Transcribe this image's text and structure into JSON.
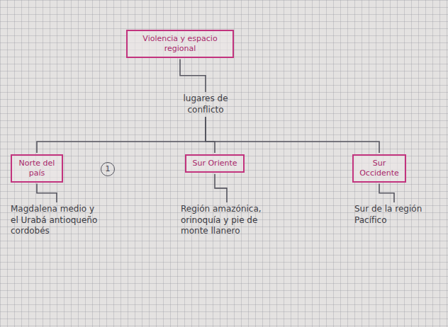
{
  "diagram": {
    "nodes": [
      {
        "text": [
          "Violencia y espacio regional"
        ]
      },
      {
        "text": [
          "lugares de conflicto"
        ]
      },
      {
        "text": [
          "Norte del país"
        ]
      },
      {
        "text": [
          "Sur Oriente"
        ]
      },
      {
        "text": [
          "Sur Occidente"
        ]
      },
      {
        "text": [
          "Magdalena medio y el Urabá antioqueño cordobés"
        ]
      },
      {
        "text": [
          "Región amazónica, orinoquía y pie de monte llanero"
        ]
      },
      {
        "text": [
          "Sur de la región Pacífico"
        ]
      }
    ],
    "edges": [
      {
        "from": 0,
        "to": 1,
        "arrow": "none"
      },
      {
        "from": 1,
        "to": 2,
        "arrow": "none"
      },
      {
        "from": 1,
        "to": 3,
        "arrow": "none"
      },
      {
        "from": 1,
        "to": 4,
        "arrow": "none"
      },
      {
        "from": 2,
        "to": 5,
        "arrow": "none"
      },
      {
        "from": 3,
        "to": 6,
        "arrow": "none"
      },
      {
        "from": 4,
        "to": 7,
        "arrow": "none"
      }
    ],
    "labels": [
      "1"
    ]
  }
}
